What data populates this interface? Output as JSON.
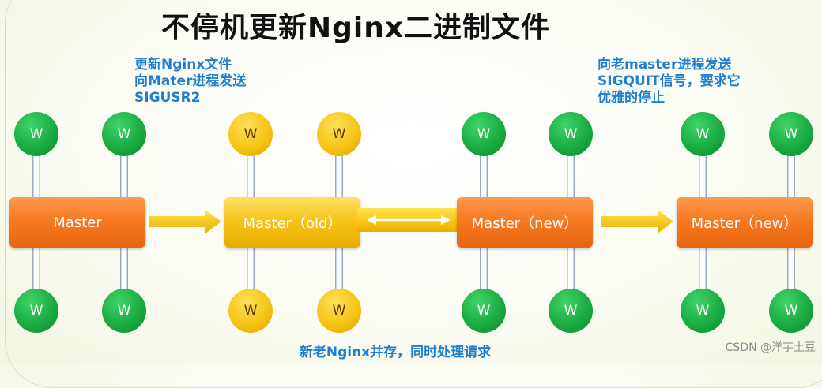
{
  "title": "不停机更新Nginx二进制文件",
  "notes": {
    "upgrade": [
      "更新Nginx文件",
      "向Mater进程发送",
      "SIGUSR2"
    ],
    "quit": [
      "向老master进程发送",
      "SIGQUIT信号，要求它",
      "优雅的停止"
    ]
  },
  "worker_label": "W",
  "masters": {
    "initial": "Master",
    "old": "Master（old）",
    "new1": "Master（new）",
    "new2": "Master（new）"
  },
  "footer": "新老Nginx并存，同时处理请求",
  "watermark": "CSDN @洋芋土豆",
  "colors": {
    "green_worker": "#17a840",
    "yellow_worker": "#f4c20e",
    "orange_master": "#f57a22",
    "gold_master": "#f6c51a",
    "note_text": "#1e7fd1"
  }
}
